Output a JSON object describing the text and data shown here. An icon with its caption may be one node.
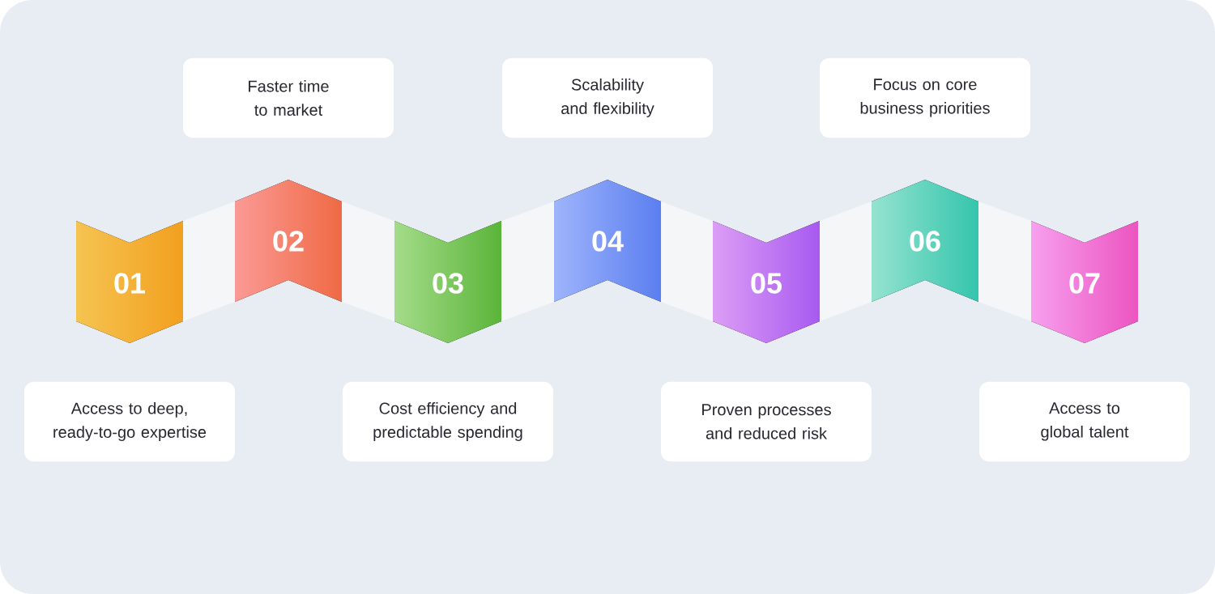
{
  "diagram": {
    "nodes": [
      {
        "text": [
          "Faster time to market"
        ]
      },
      {
        "text": [
          "Scalability and flexibility"
        ]
      },
      {
        "text": [
          "Focus on core business priorities"
        ]
      },
      {
        "text": [
          "01"
        ]
      },
      {
        "text": [
          "02"
        ]
      },
      {
        "text": [
          "03"
        ]
      },
      {
        "text": [
          "04"
        ]
      },
      {
        "text": [
          "05"
        ]
      },
      {
        "text": [
          "06"
        ]
      },
      {
        "text": [
          "07"
        ]
      },
      {
        "text": [
          "Access to deep, ready-to-go expertise"
        ]
      },
      {
        "text": [
          "Cost efficiency and predictable spending"
        ]
      },
      {
        "text": [
          "Proven processes and reduced risk"
        ]
      },
      {
        "text": [
          "Access to global talent"
        ]
      }
    ]
  }
}
